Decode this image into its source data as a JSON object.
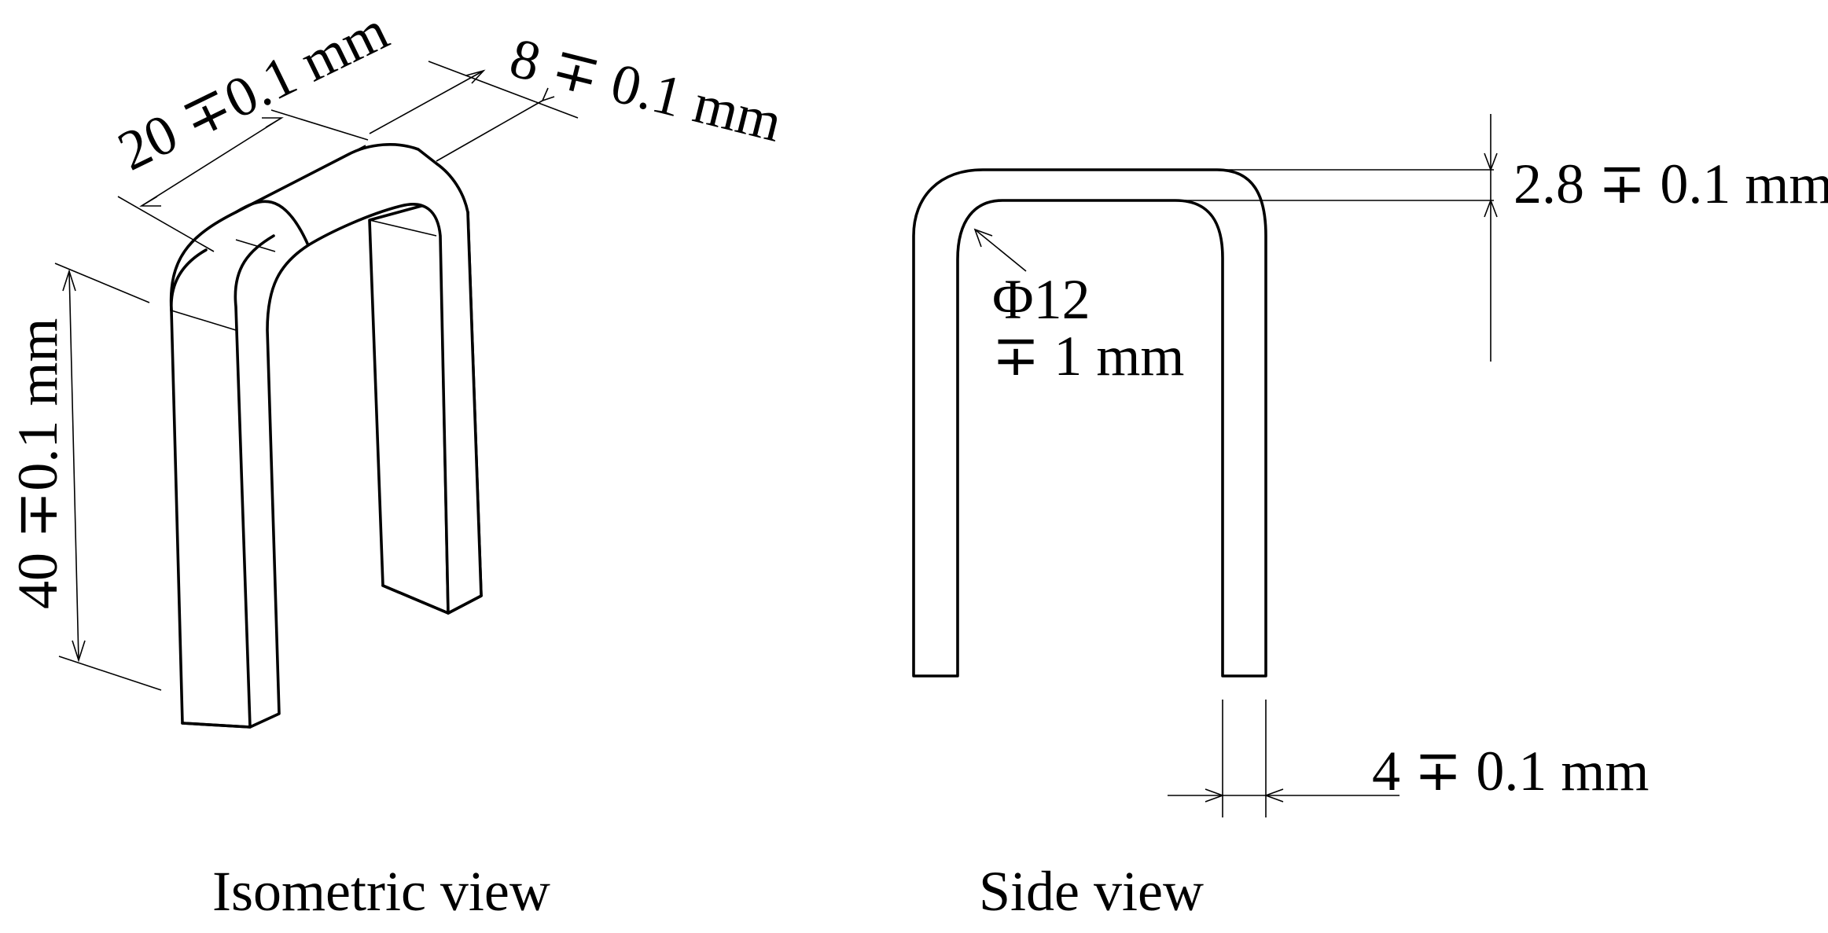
{
  "isometric_view": {
    "caption": "Isometric view",
    "dimensions": {
      "width": "20 ∓0.1 mm",
      "depth": "8 ∓ 0.1 mm",
      "height": "40 ∓0.1 mm"
    }
  },
  "side_view": {
    "caption": "Side view",
    "dimensions": {
      "thickness": "2.8 ∓ 0.1 mm",
      "diameter_line1": "Φ12",
      "diameter_line2": "∓ 1 mm",
      "leg_width": "4 ∓ 0.1 mm"
    }
  },
  "colors": {
    "line": "#000000",
    "background": "#ffffff"
  }
}
